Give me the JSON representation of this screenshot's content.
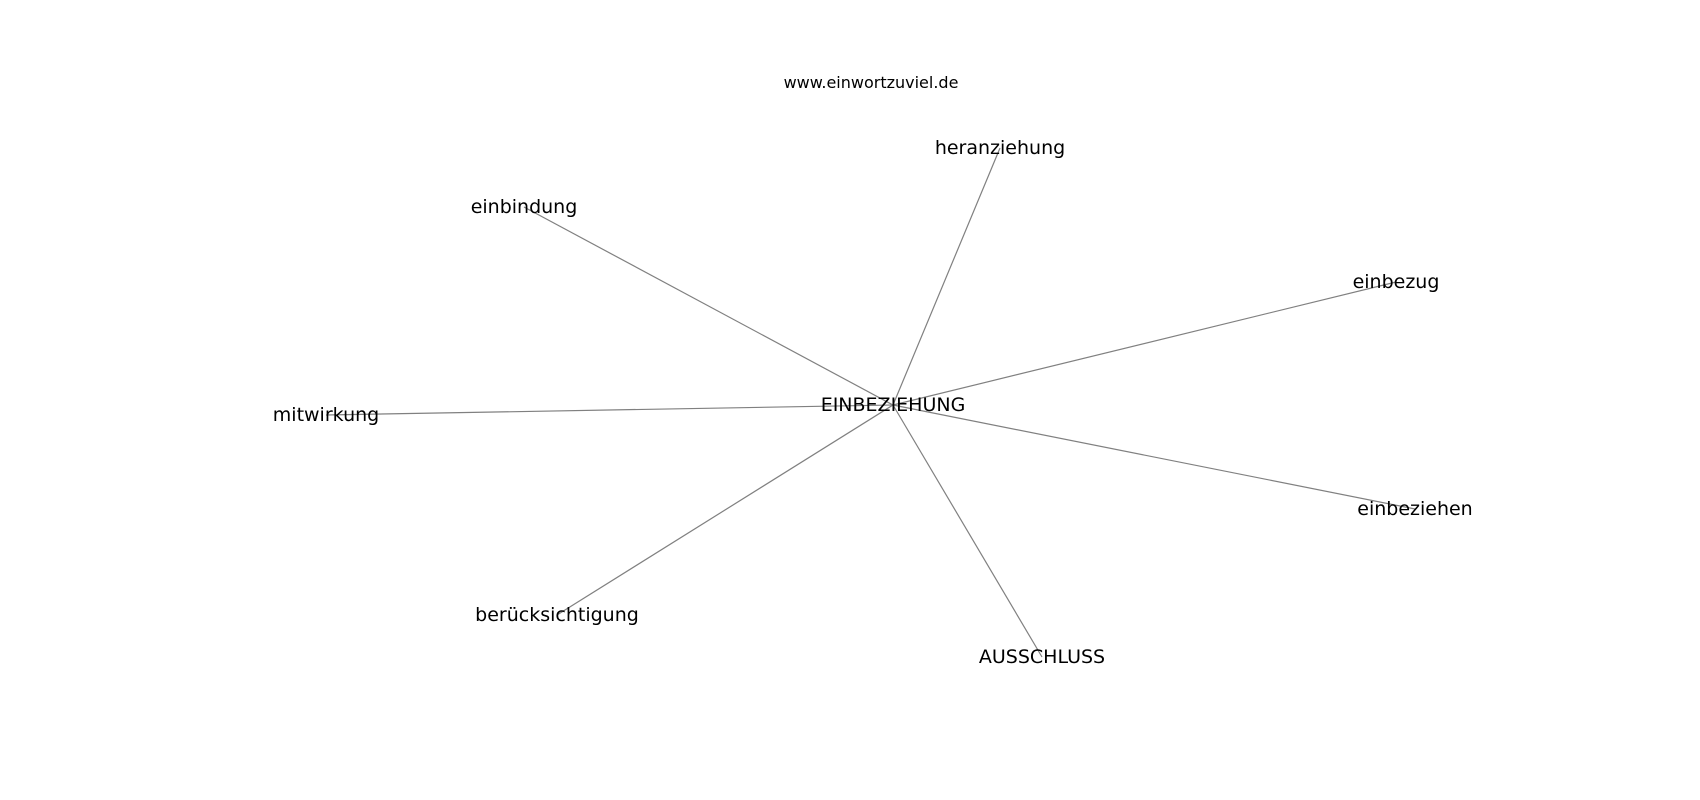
{
  "site": "www.einwortzuviel.de",
  "center": {
    "id": "einbeziehung",
    "label": "EINBEZIEHUNG"
  },
  "nodes": [
    {
      "id": "heranziehung",
      "label": "heranziehung"
    },
    {
      "id": "einbindung",
      "label": "einbindung"
    },
    {
      "id": "einbezug",
      "label": "einbezug"
    },
    {
      "id": "mitwirkung",
      "label": "mitwirkung"
    },
    {
      "id": "einbeziehen",
      "label": "einbeziehen"
    },
    {
      "id": "beruecksichtigung",
      "label": "berücksichtigung"
    },
    {
      "id": "ausschluss",
      "label": "AUSSCHLUSS"
    }
  ],
  "colors": {
    "edge": "#808080",
    "text": "#000000",
    "background": "#ffffff"
  }
}
